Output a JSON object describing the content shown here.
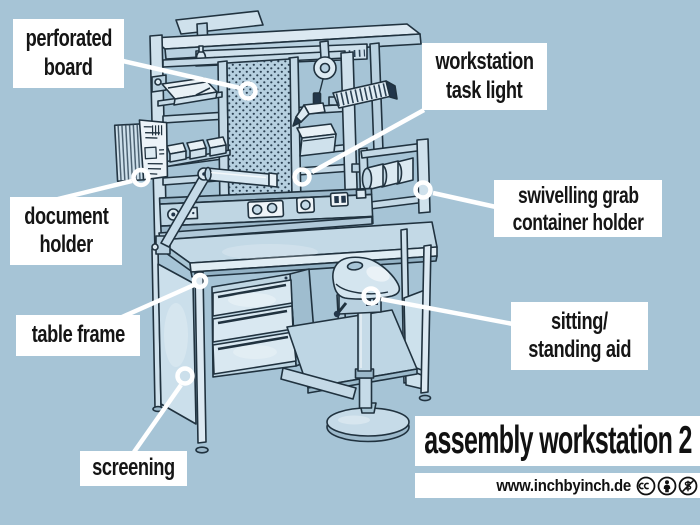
{
  "background_color": "#a6c4d6",
  "ink_color": "#20323f",
  "labels": {
    "perforated_board": {
      "line1": "perforated",
      "line2": "board"
    },
    "workstation_task_light": {
      "line1": "workstation",
      "line2": "task light"
    },
    "document_holder": {
      "line1": "document",
      "line2": "holder"
    },
    "swivelling_grab_container_holder": {
      "line1": "swivelling grab",
      "line2": "container holder"
    },
    "table_frame": {
      "line1": "table frame"
    },
    "sitting_standing_aid": {
      "line1": "sitting/",
      "line2": "standing aid"
    },
    "screening": {
      "line1": "screening"
    }
  },
  "branding": {
    "title": "assembly workstation 2",
    "website": "www.inchbyinch.de",
    "license_icons": [
      "cc",
      "by",
      "nc"
    ]
  }
}
